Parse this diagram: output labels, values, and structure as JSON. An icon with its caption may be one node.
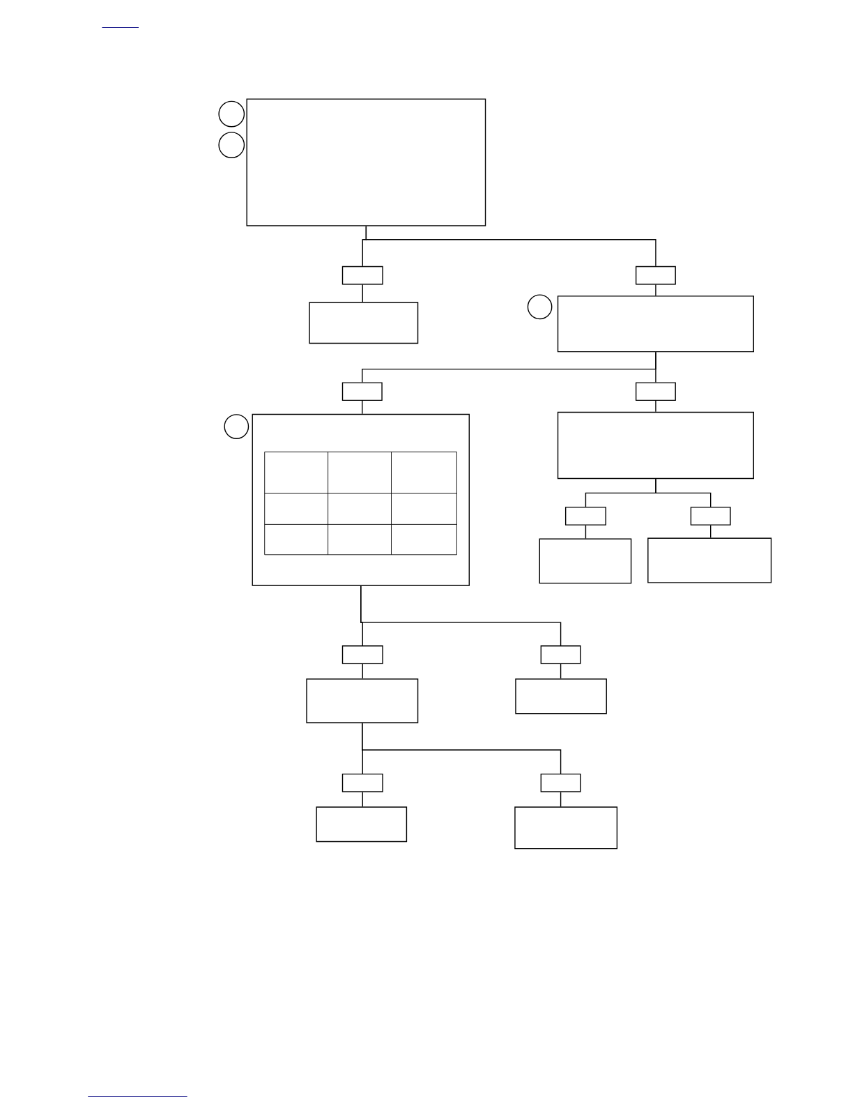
{
  "diagram": {
    "nodes": [
      {
        "text": [],
        "shape": "circle"
      },
      {
        "text": [],
        "shape": "circle"
      },
      {
        "text": [],
        "shape": "box"
      },
      {
        "text": [],
        "shape": "box"
      },
      {
        "text": [],
        "shape": "box"
      },
      {
        "text": [],
        "shape": "box"
      },
      {
        "text": [],
        "shape": "circle"
      },
      {
        "text": [],
        "shape": "box"
      },
      {
        "text": [],
        "shape": "box"
      },
      {
        "text": [],
        "shape": "box"
      },
      {
        "text": [],
        "shape": "circle"
      },
      {
        "text": [],
        "shape": "box"
      },
      {
        "text": [],
        "shape": "box"
      },
      {
        "text": [],
        "shape": "box"
      },
      {
        "text": [],
        "shape": "box"
      },
      {
        "text": [],
        "shape": "box"
      },
      {
        "text": [],
        "shape": "box"
      },
      {
        "text": [],
        "shape": "box"
      },
      {
        "text": [],
        "shape": "box"
      },
      {
        "text": [],
        "shape": "box"
      },
      {
        "text": [],
        "shape": "box"
      },
      {
        "text": [],
        "shape": "box"
      },
      {
        "text": [],
        "shape": "box"
      },
      {
        "text": [],
        "shape": "box"
      },
      {
        "text": [],
        "shape": "box"
      }
    ],
    "edges": [
      {
        "from": 2,
        "to": 3,
        "arrow": "none"
      },
      {
        "from": 2,
        "to": 4,
        "arrow": "none"
      },
      {
        "from": 3,
        "to": 5,
        "arrow": "none"
      },
      {
        "from": 4,
        "to": 7,
        "arrow": "none"
      },
      {
        "from": 7,
        "to": 8,
        "arrow": "none"
      },
      {
        "from": 7,
        "to": 9,
        "arrow": "none"
      },
      {
        "from": 8,
        "to": 11,
        "arrow": "none"
      },
      {
        "from": 9,
        "to": 12,
        "arrow": "none"
      },
      {
        "from": 12,
        "to": 13,
        "arrow": "none"
      },
      {
        "from": 12,
        "to": 14,
        "arrow": "none"
      },
      {
        "from": 13,
        "to": 15,
        "arrow": "none"
      },
      {
        "from": 14,
        "to": 16,
        "arrow": "none"
      },
      {
        "from": 11,
        "to": 17,
        "arrow": "none"
      },
      {
        "from": 11,
        "to": 18,
        "arrow": "none"
      },
      {
        "from": 17,
        "to": 19,
        "arrow": "none"
      },
      {
        "from": 18,
        "to": 20,
        "arrow": "none"
      },
      {
        "from": 19,
        "to": 21,
        "arrow": "none"
      },
      {
        "from": 19,
        "to": 22,
        "arrow": "none"
      },
      {
        "from": 21,
        "to": 23,
        "arrow": "none"
      },
      {
        "from": 22,
        "to": 24,
        "arrow": "none"
      }
    ]
  }
}
